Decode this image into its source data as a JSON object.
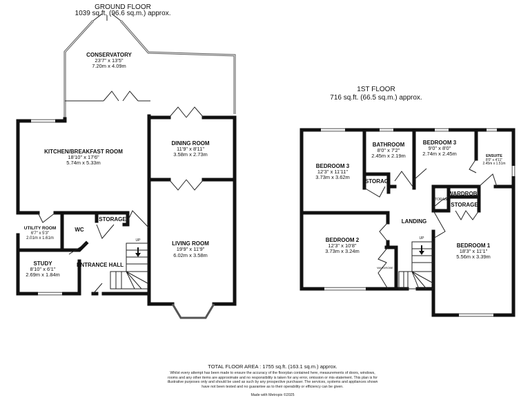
{
  "ground_floor": {
    "title": "GROUND FLOOR",
    "area": "1039 sq.ft. (96.6 sq.m.) approx.",
    "rooms": [
      {
        "name": "CONSERVATORY",
        "imperial": "23'7\" x 13'5\"",
        "metric": "7.20m x 4.09m"
      },
      {
        "name": "KITCHEN/BREAKFAST ROOM",
        "imperial": "18'10\" x 17'6\"",
        "metric": "5.74m x 5.33m"
      },
      {
        "name": "DINING ROOM",
        "imperial": "11'9\" x 8'11\"",
        "metric": "3.58m x 2.73m"
      },
      {
        "name": "UTILITY ROOM",
        "imperial": "6'7\" x 5'3\"",
        "metric": "2.01m x 1.61m"
      },
      {
        "name": "WC"
      },
      {
        "name": "STORAGE"
      },
      {
        "name": "LIVING ROOM",
        "imperial": "19'9\" x 11'9\"",
        "metric": "6.02m x 3.58m"
      },
      {
        "name": "STUDY",
        "imperial": "8'10\" x 6'1\"",
        "metric": "2.69m x 1.84m"
      },
      {
        "name": "ENTRANCE HALL"
      }
    ],
    "stairs_label": "UP"
  },
  "first_floor": {
    "title": "1ST FLOOR",
    "area": "716 sq.ft. (66.5 sq.m.) approx.",
    "rooms": [
      {
        "name": "BEDROOM 3",
        "imperial": "12'3\" x 11'11\"",
        "metric": "3.73m x 3.62m"
      },
      {
        "name": "BATHROOM",
        "imperial": "8'0\" x 7'2\"",
        "metric": "2.45m x 2.19m"
      },
      {
        "name": "BEDROOM 3",
        "imperial": "9'0\" x 8'0\"",
        "metric": "2.74m x 2.45m"
      },
      {
        "name": "ENSUITE",
        "imperial": "8'0\" x 4'11\"",
        "metric": "2.45m x 1.51m"
      },
      {
        "name": "STORAG"
      },
      {
        "name": "STORAGE"
      },
      {
        "name": "WARDROBE"
      },
      {
        "name": "STORAGE"
      },
      {
        "name": "LANDING"
      },
      {
        "name": "BEDROOM 2",
        "imperial": "12'3\" x 10'8\"",
        "metric": "3.73m x 3.24m"
      },
      {
        "name": "WARDROBE"
      },
      {
        "name": "BEDROOM 1",
        "imperial": "18'3\" x 11'1\"",
        "metric": "5.56m x 3.39m"
      }
    ],
    "stairs_label": "UP"
  },
  "footer": {
    "total_area": "TOTAL FLOOR AREA : 1755 sq.ft. (163.1 sq.m.) approx.",
    "disclaimer": "Whilst every attempt has been made to ensure the accuracy of the floorplan contained here, measurements of doors, windows, rooms and any other items are approximate and no responsibility is taken for any error, omission or mis-statement. This plan is for illustrative purposes only and should be used as such by any prospective purchaser. The services, systems and appliances shown have not been tested and no guarantee as to their operability or efficiency can be given.",
    "made_with": "Made with Metropix ©2025"
  }
}
